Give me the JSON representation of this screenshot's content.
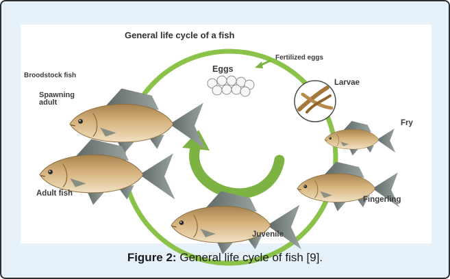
{
  "diagram": {
    "title": "General life cycle of a fish",
    "stages": {
      "eggs": "Eggs",
      "fertilized_eggs": "Fertilized eggs",
      "larvae": "Larvae",
      "fry": "Fry",
      "fingerling": "Fingerling",
      "juvenile": "Juvenile",
      "adult_fish": "Adult fish",
      "spawning_adult": "Spawning adult",
      "broodstock_fish": "Broodstock fish"
    }
  },
  "caption": {
    "label": "Figure 2:",
    "text": "General life cycle of fish [9]."
  },
  "colors": {
    "frame_bg": "#e7f1fa",
    "cycle_green": "#8bc34a",
    "fish_body": "#c9a26a",
    "fish_fin": "#6f7a78"
  }
}
